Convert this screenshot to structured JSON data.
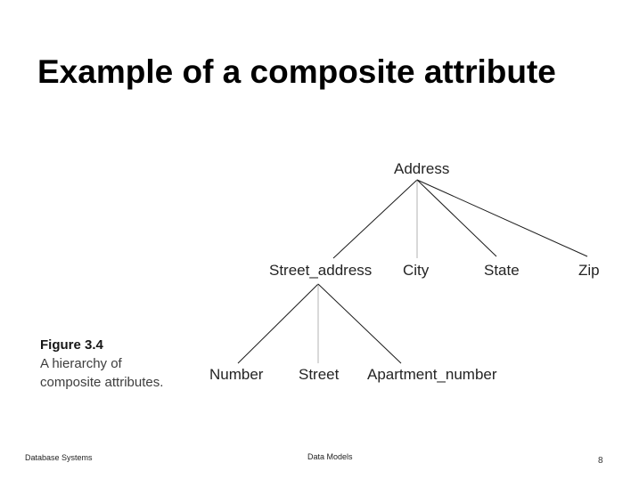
{
  "slide": {
    "title": "Example of a composite attribute"
  },
  "diagram": {
    "nodes": {
      "address": "Address",
      "street_address": "Street_address",
      "city": "City",
      "state": "State",
      "zip": "Zip",
      "number": "Number",
      "street": "Street",
      "apartment_number": "Apartment_number"
    },
    "edges": [
      {
        "from": "address",
        "to": "street_address"
      },
      {
        "from": "address",
        "to": "city"
      },
      {
        "from": "address",
        "to": "state"
      },
      {
        "from": "address",
        "to": "zip"
      },
      {
        "from": "street_address",
        "to": "number"
      },
      {
        "from": "street_address",
        "to": "street"
      },
      {
        "from": "street_address",
        "to": "apartment_number"
      }
    ]
  },
  "caption": {
    "figure_label": "Figure 3.4",
    "line1": "A hierarchy of",
    "line2": "composite attributes."
  },
  "footer": {
    "left": "Database Systems",
    "center": "Data Models",
    "page_number": "8"
  },
  "colors": {
    "background": "#ffffff",
    "title_text": "#000000",
    "node_text": "#242424",
    "edge_dark": "#1a1a1a",
    "edge_gray": "#b3b3b3"
  }
}
